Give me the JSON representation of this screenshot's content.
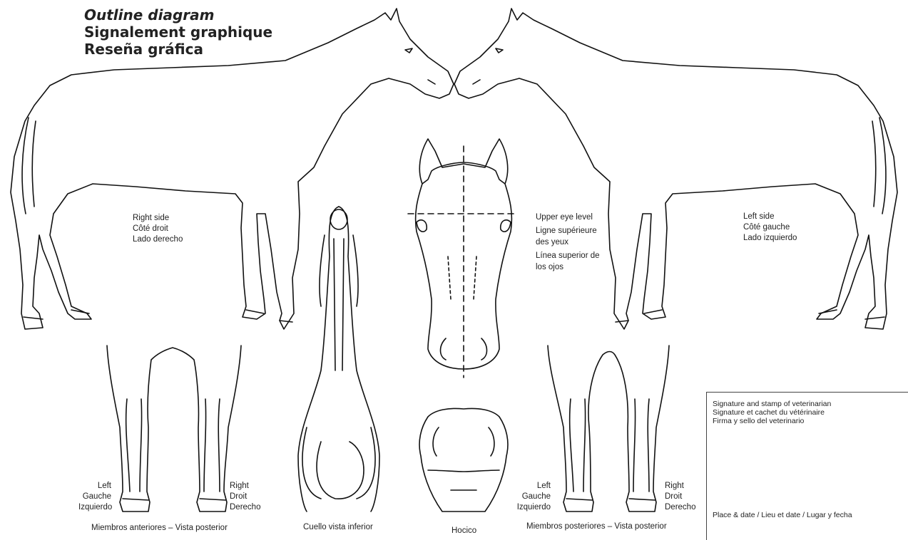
{
  "title": {
    "line1": "Outline diagram",
    "line2": "Signalement graphique",
    "line3": "Reseña gráfica"
  },
  "side_right": [
    "Right side",
    "Côté droit",
    "Lado derecho"
  ],
  "side_left": [
    "Left side",
    "Côté gauche",
    "Lado izquierdo"
  ],
  "eye_level": [
    "Upper eye level",
    "Ligne supérieure",
    "des yeux",
    "Línea superior de",
    "los ojos"
  ],
  "front_legs": {
    "left": [
      "Left",
      "Gauche",
      "Izquierdo"
    ],
    "right": [
      "Right",
      "Droit",
      "Derecho"
    ],
    "caption": "Miembros anteriores – Vista posterior"
  },
  "neck_caption": "Cuello vista inferior",
  "muzzle_caption": "Hocico",
  "hind_legs": {
    "left": [
      "Left",
      "Gauche",
      "Izquierdo"
    ],
    "right": [
      "Right",
      "Droit",
      "Derecho"
    ],
    "caption": "Miembros posteriores – Vista posterior"
  },
  "vet_box": {
    "signature": [
      "Signature and stamp of veterinarian",
      "Signature et cachet du vétérinaire",
      "Firma y sello del veterinario"
    ],
    "place_date": "Place & date / Lieu et date / Lugar y fecha"
  }
}
